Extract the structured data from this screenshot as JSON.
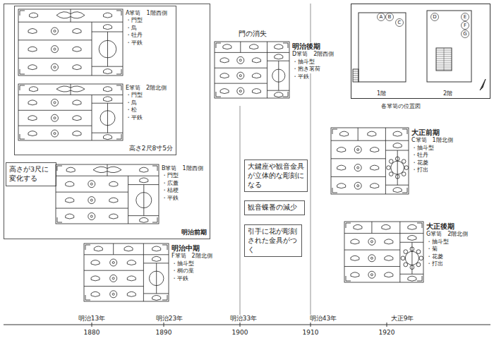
{
  "diagram": {
    "nodes": [
      {
        "text": [
          "明治前期"
        ]
      },
      {
        "text": [
          "高さ2尺8寸5分"
        ],
        "in": 0
      },
      {
        "text": [
          "A箪笥　1階西側",
          "・門型",
          "・鳥",
          "・牡丹",
          "・平鉄"
        ],
        "in": 1
      },
      {
        "text": [
          "E箪笥　2階北側",
          "・門型",
          "・鳥",
          "・松",
          "・平鉄"
        ],
        "in": 1
      },
      {
        "text": [
          "高さが3尺に変化する"
        ],
        "in": 0
      },
      {
        "text": [
          "B箪笥　1階西側",
          "・門型",
          "・広蓋",
          "・桔梗",
          "・平鉄"
        ],
        "in": 0
      },
      {
        "text": [
          "明治中期",
          "F箪笥　2階北側",
          "・抽斗型",
          "・桐の葉",
          "・平鉄"
        ]
      },
      {
        "text": [
          "明治後期",
          "D箪笥　2階西側",
          "・抽斗型",
          "・抱き茗荷",
          "・平鉄"
        ]
      },
      {
        "text": [
          "大鍵座や観音金具が立体的な彫刻になる"
        ]
      },
      {
        "text": [
          "観音蝶番の減少"
        ]
      },
      {
        "text": [
          "引手に花が彫刻された金具がつく"
        ]
      },
      {
        "text": [
          "大正前期",
          "C箪笥　1階北側",
          "・抽斗型",
          "・牡丹",
          "・花菱",
          "・打出"
        ]
      },
      {
        "text": [
          "大正後期",
          "G箪笥　2階北側",
          "・抽斗型",
          "・菊",
          "・花菱",
          "・打出"
        ]
      },
      {
        "text": [
          "1階",
          "2階",
          "各箪笥の位置図"
        ]
      }
    ],
    "labels": [
      "門の消失",
      "明治13年",
      "明治23年",
      "明治33年",
      "明治43年",
      "大正9年",
      "1880",
      "1890",
      "1900",
      "1910",
      "1920",
      "A",
      "B",
      "C",
      "D",
      "E",
      "F",
      "G"
    ]
  }
}
